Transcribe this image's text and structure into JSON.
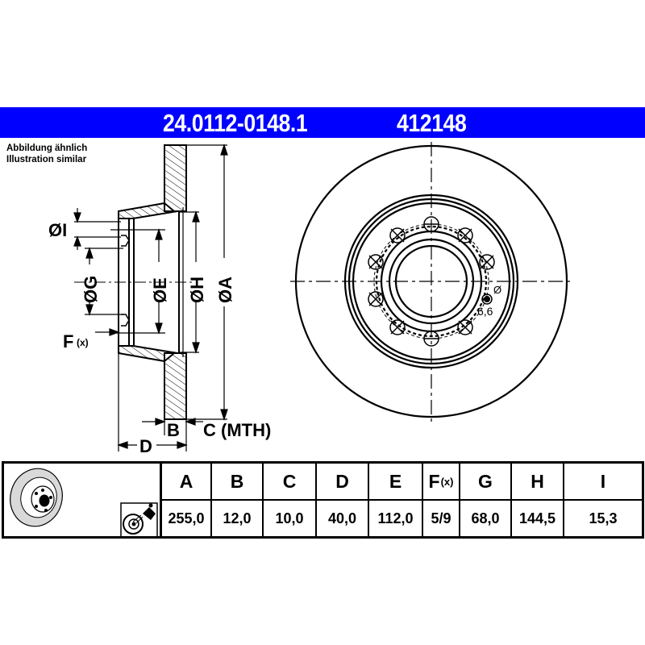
{
  "header": {
    "part_number": "24.0112-0148.1",
    "code": "412148",
    "bar_color": "#0000ff"
  },
  "note": {
    "line1": "Abbildung ähnlich",
    "line2": "Illustration similar"
  },
  "drawing": {
    "side_view_labels": {
      "I": "ØI",
      "G": "ØG",
      "E": "ØE",
      "H": "ØH",
      "A": "ØA",
      "F": "F",
      "F_sub": "(x)",
      "B": "B",
      "C": "C (MTH)",
      "D": "D"
    },
    "front_view": {
      "bolt_holes": 10,
      "hole_label_symbol": "Ø",
      "hole_label_value": "6,6"
    }
  },
  "table": {
    "columns": [
      {
        "key": "A",
        "label": "A",
        "sub": "",
        "value": "255,0"
      },
      {
        "key": "B",
        "label": "B",
        "sub": "",
        "value": "12,0"
      },
      {
        "key": "C",
        "label": "C",
        "sub": "",
        "value": "10,0"
      },
      {
        "key": "D",
        "label": "D",
        "sub": "",
        "value": "40,0"
      },
      {
        "key": "E",
        "label": "E",
        "sub": "",
        "value": "112,0"
      },
      {
        "key": "F",
        "label": "F",
        "sub": "(x)",
        "value": "5/9"
      },
      {
        "key": "G",
        "label": "G",
        "sub": "",
        "value": "68,0"
      },
      {
        "key": "H",
        "label": "H",
        "sub": "",
        "value": "144,5"
      },
      {
        "key": "I",
        "label": "I",
        "sub": "",
        "value": "15,3"
      }
    ]
  }
}
